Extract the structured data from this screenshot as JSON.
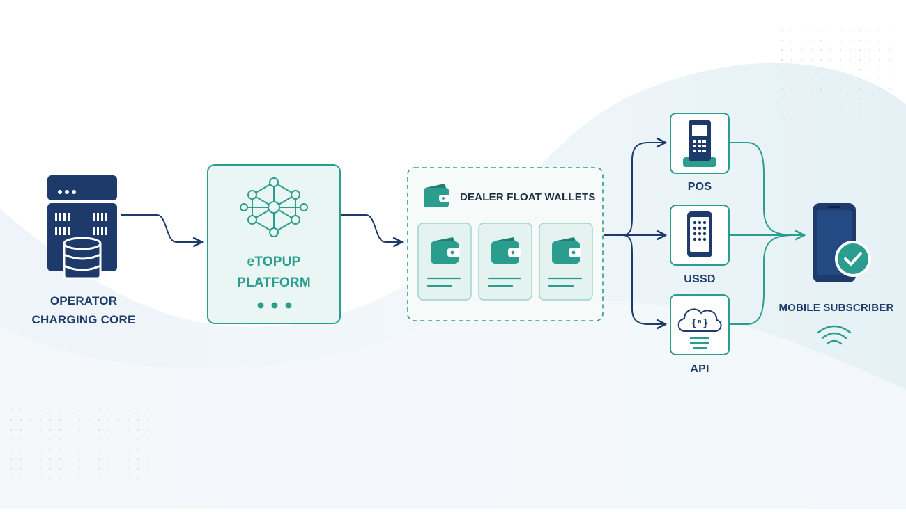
{
  "nodes": {
    "operator": {
      "line1": "OPERATOR",
      "line2": "CHARGING CORE",
      "icon": "server-database-icon"
    },
    "platform": {
      "line1": "eTOPUP",
      "line2": "PLATFORM",
      "icon": "network-hub-icon"
    },
    "wallets": {
      "title": "DEALER FLOAT WALLETS",
      "icon": "wallet-icon",
      "count": 3
    },
    "channels": [
      {
        "label": "POS",
        "icon": "pos-terminal-icon"
      },
      {
        "label": "USSD",
        "icon": "smartphone-keypad-icon"
      },
      {
        "label": "API",
        "icon": "cloud-api-icon"
      }
    ],
    "subscriber": {
      "label": "MOBILE SUBSCRIBER",
      "icon": "phone-check-icon"
    }
  },
  "colors": {
    "navy": "#1d3a6b",
    "teal": "#2a9d8f",
    "teal_light": "#e9f6f4",
    "background_wave": "#eef5f9"
  }
}
